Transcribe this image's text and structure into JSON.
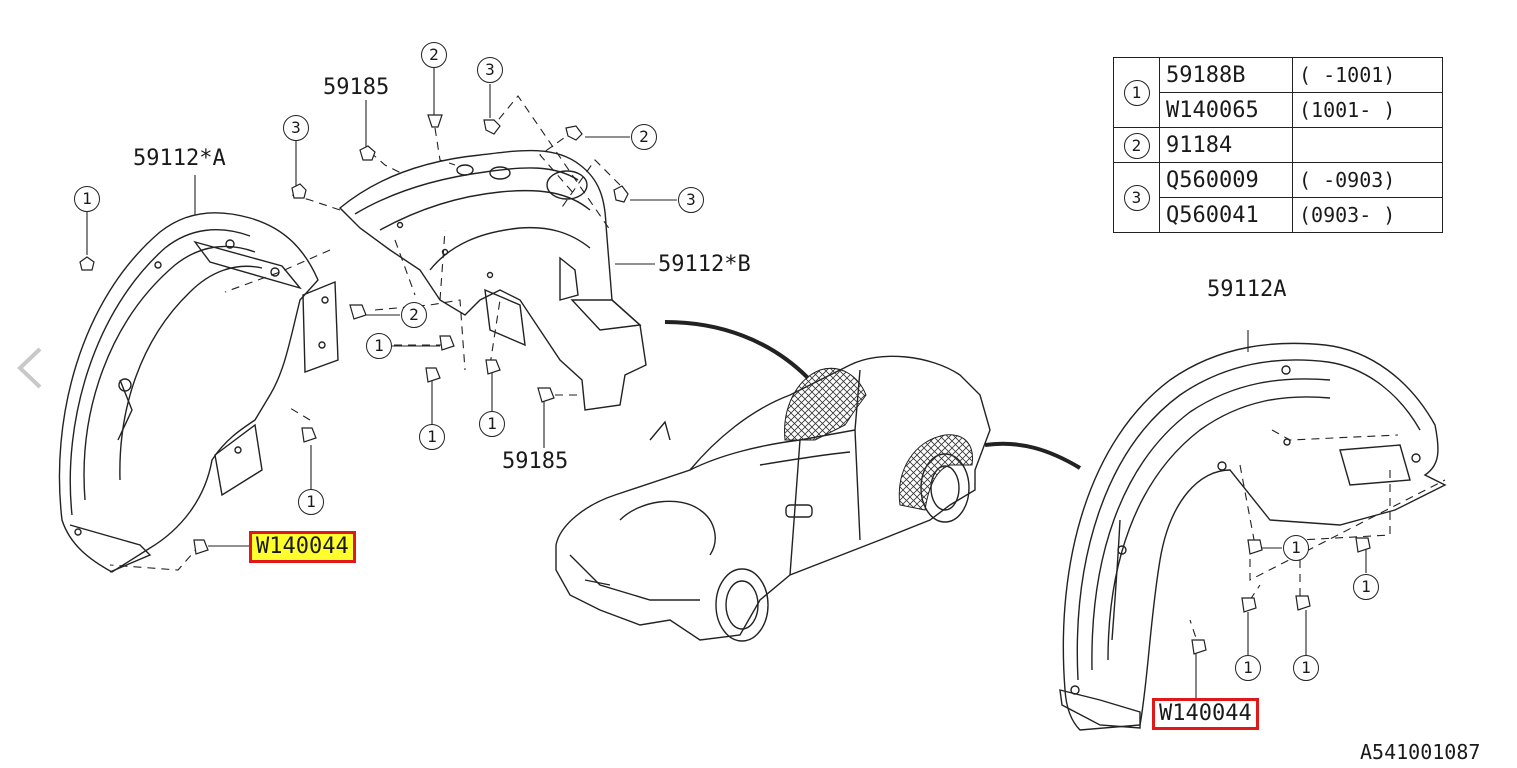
{
  "legend": {
    "rows": [
      {
        "key": "1",
        "parts": [
          {
            "part": "59188B",
            "range": "(   -1001)"
          },
          {
            "part": "W140065",
            "range": "(1001-   )"
          }
        ]
      },
      {
        "key": "2",
        "parts": [
          {
            "part": "91184",
            "range": ""
          }
        ]
      },
      {
        "key": "3",
        "parts": [
          {
            "part": "Q560009",
            "range": "(   -0903)"
          },
          {
            "part": "Q560041",
            "range": "(0903-   )"
          }
        ]
      }
    ]
  },
  "labels": {
    "part_59112_star_a": "59112*A",
    "part_59185_top": "59185",
    "part_59112_star_b": "59112*B",
    "part_59185_bottom": "59185",
    "part_59112a": "59112A",
    "highlight_left": "W140044",
    "highlight_right": "W140044",
    "diagram_code": "A541001087"
  },
  "callouts": {
    "one": "1",
    "two": "2",
    "three": "3"
  },
  "colors": {
    "highlight_border": "#e01818",
    "highlight_fill": "#ffff2e",
    "line": "#222222"
  },
  "icons": {
    "prev": "chevron-left-icon"
  }
}
